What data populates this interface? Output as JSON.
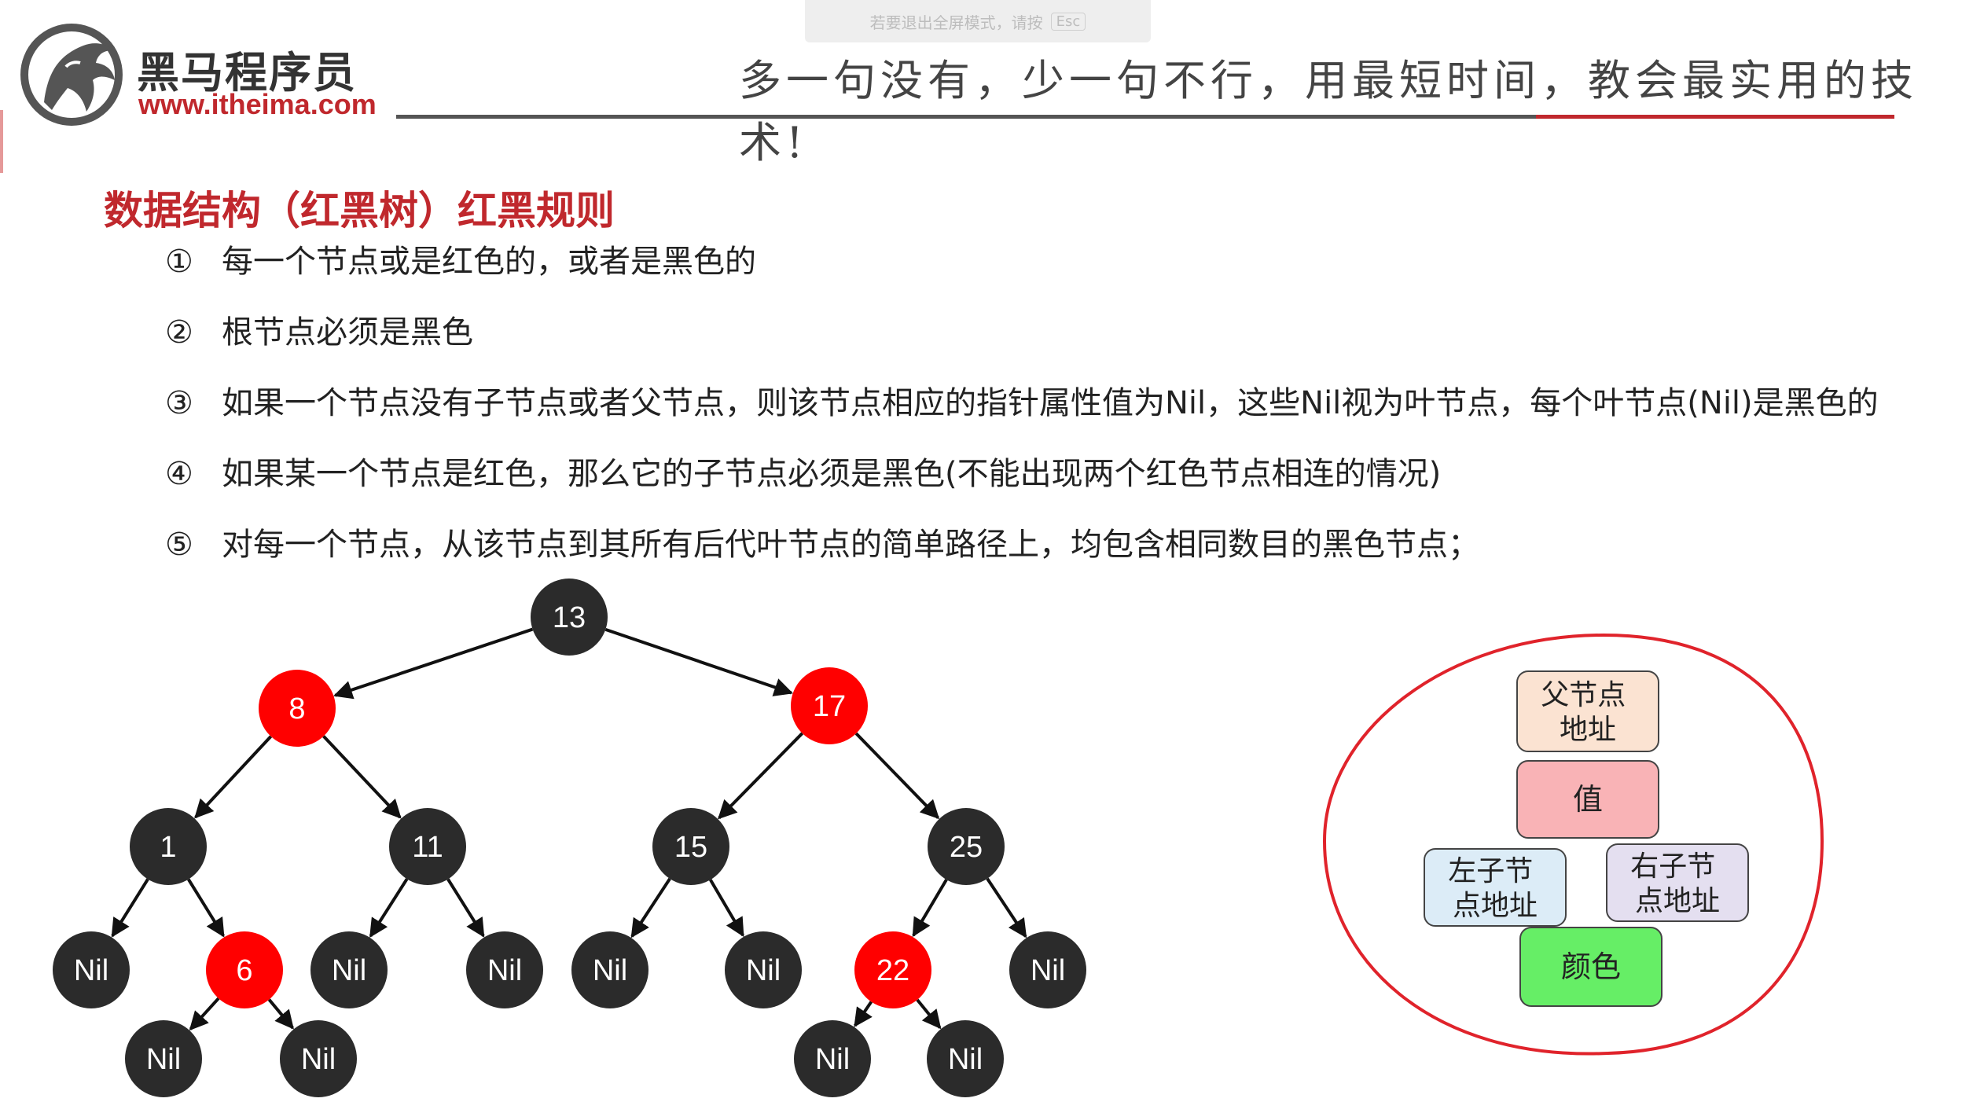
{
  "fullscreen_hint": {
    "text": "若要退出全屏模式，请按",
    "key": "Esc"
  },
  "logo": {
    "title": "黑马程序员",
    "url": "www.itheima.com"
  },
  "slogan": "多一句没有，少一句不行，用最短时间，教会最实用的技术!",
  "section_title": "数据结构（红黑树）红黑规则",
  "rules": [
    {
      "num": "①",
      "text": "每一个节点或是红色的，或者是黑色的"
    },
    {
      "num": "②",
      "text": "根节点必须是黑色"
    },
    {
      "num": "③",
      "text": "如果一个节点没有子节点或者父节点，则该节点相应的指针属性值为Nil，这些Nil视为叶节点，每个叶节点(Nil)是黑色的"
    },
    {
      "num": "④",
      "text": "如果某一个节点是红色，那么它的子节点必须是黑色(不能出现两个红色节点相连的情况)"
    },
    {
      "num": "⑤",
      "text": "对每一个节点，从该节点到其所有后代叶节点的简单路径上，均包含相同数目的黑色节点；"
    }
  ],
  "tree": {
    "nodes": [
      {
        "id": "n13",
        "label": "13",
        "color": "black"
      },
      {
        "id": "n8",
        "label": "8",
        "color": "red"
      },
      {
        "id": "n17",
        "label": "17",
        "color": "red"
      },
      {
        "id": "n1",
        "label": "1",
        "color": "black"
      },
      {
        "id": "n11",
        "label": "11",
        "color": "black"
      },
      {
        "id": "n15",
        "label": "15",
        "color": "black"
      },
      {
        "id": "n25",
        "label": "25",
        "color": "black"
      },
      {
        "id": "nil1",
        "label": "Nil",
        "color": "black"
      },
      {
        "id": "n6",
        "label": "6",
        "color": "red"
      },
      {
        "id": "nil2",
        "label": "Nil",
        "color": "black"
      },
      {
        "id": "nil3",
        "label": "Nil",
        "color": "black"
      },
      {
        "id": "nil4",
        "label": "Nil",
        "color": "black"
      },
      {
        "id": "nil5",
        "label": "Nil",
        "color": "black"
      },
      {
        "id": "n22",
        "label": "22",
        "color": "red"
      },
      {
        "id": "nil6",
        "label": "Nil",
        "color": "black"
      },
      {
        "id": "nil7",
        "label": "Nil",
        "color": "black"
      },
      {
        "id": "nil8",
        "label": "Nil",
        "color": "black"
      },
      {
        "id": "nil9",
        "label": "Nil",
        "color": "black"
      },
      {
        "id": "nil10",
        "label": "Nil",
        "color": "black"
      }
    ],
    "edges": [
      [
        "n13",
        "n8"
      ],
      [
        "n13",
        "n17"
      ],
      [
        "n8",
        "n1"
      ],
      [
        "n8",
        "n11"
      ],
      [
        "n17",
        "n15"
      ],
      [
        "n17",
        "n25"
      ],
      [
        "n1",
        "nil1"
      ],
      [
        "n1",
        "n6"
      ],
      [
        "n11",
        "nil2"
      ],
      [
        "n11",
        "nil3"
      ],
      [
        "n15",
        "nil4"
      ],
      [
        "n15",
        "nil5"
      ],
      [
        "n25",
        "n22"
      ],
      [
        "n25",
        "nil6"
      ],
      [
        "n6",
        "nil7"
      ],
      [
        "n6",
        "nil8"
      ],
      [
        "n22",
        "nil9"
      ],
      [
        "n22",
        "nil10"
      ]
    ]
  },
  "node_structure": {
    "parent": "父节点\n地址",
    "value": "值",
    "left": "左子节\n点地址",
    "right": "右子节\n点地址",
    "color": "颜色"
  },
  "colors": {
    "red_node": "#ff0000",
    "black_node": "#2b2b2b",
    "accent": "#c0282d",
    "ellipse": "#e0232b",
    "box_parent": "#fbe3d2",
    "box_value": "#f9b3b6",
    "box_left": "#dcecf7",
    "box_right": "#e4dff0",
    "box_color": "#66ee66"
  }
}
